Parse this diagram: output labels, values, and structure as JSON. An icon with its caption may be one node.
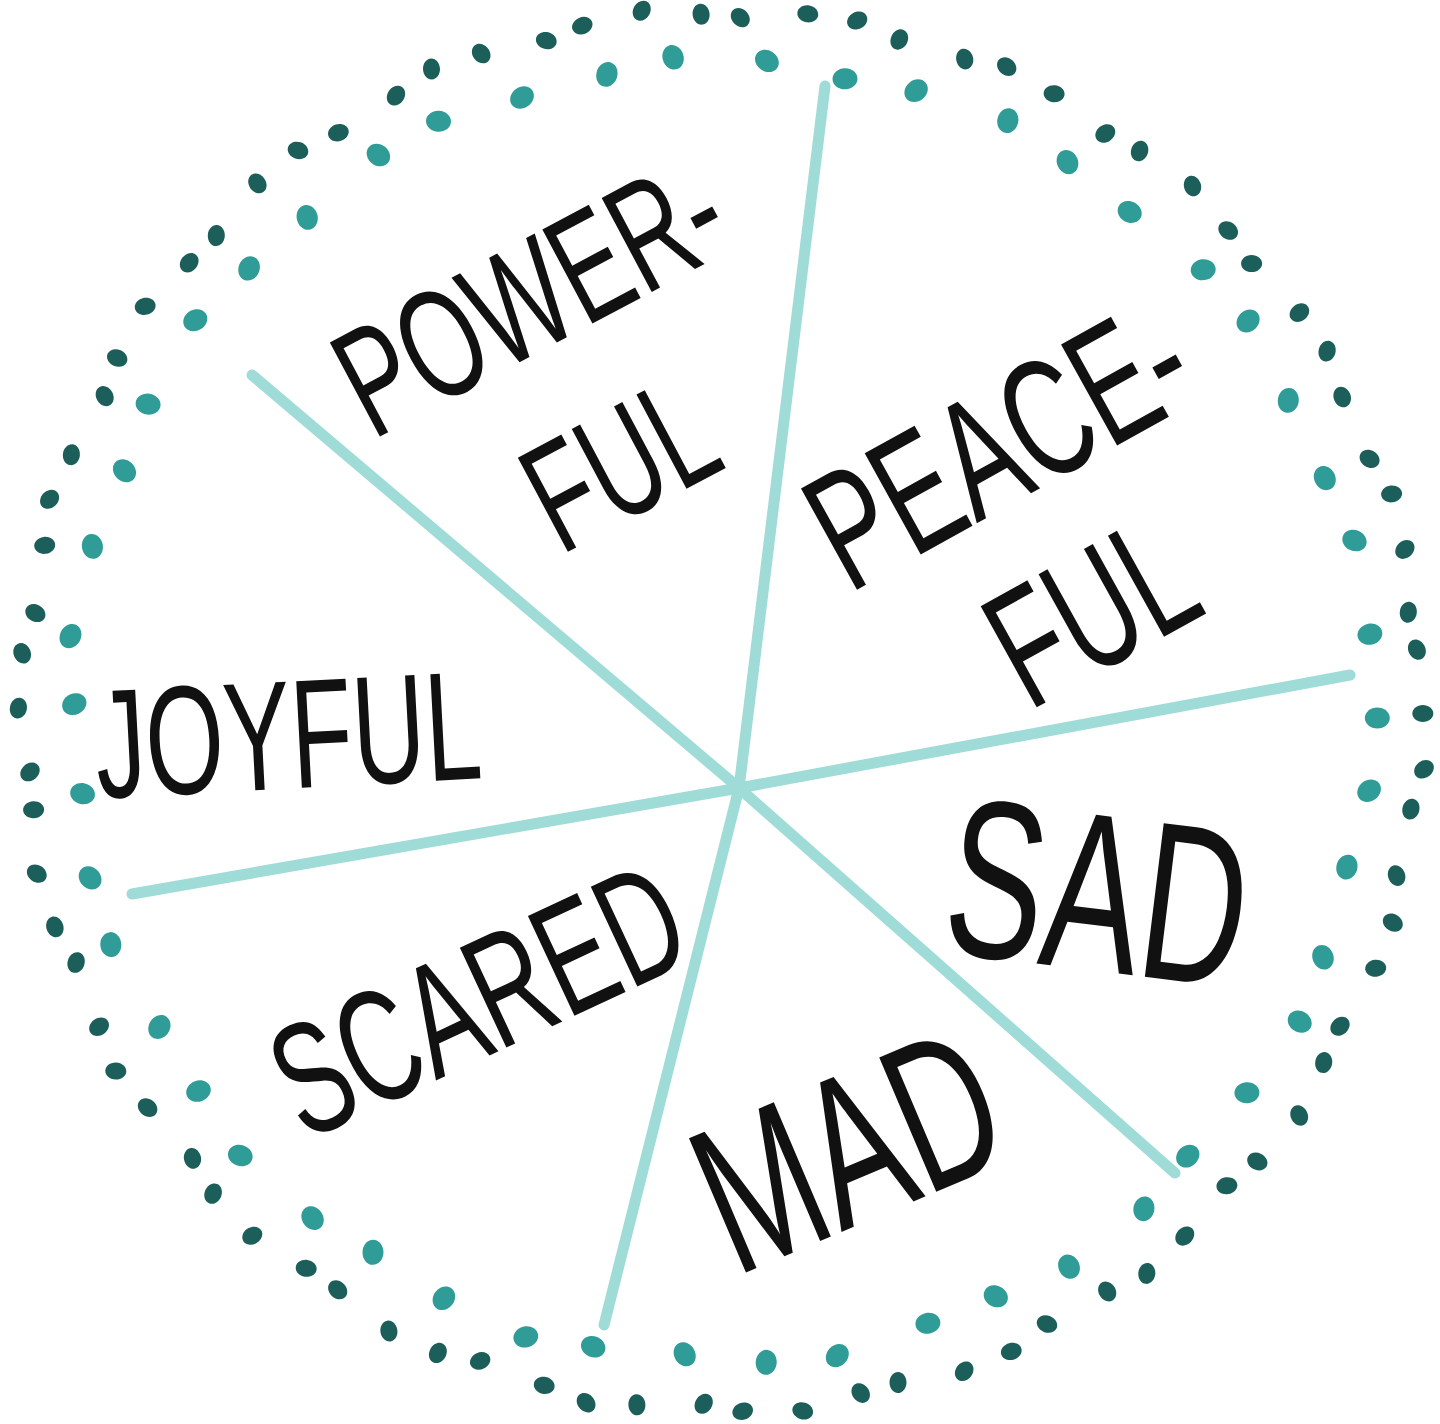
{
  "diagram": {
    "labels": [
      "POWER- FUL",
      "PEACE- FUL",
      "JOYFUL",
      "SAD",
      "SCARED",
      "MAD"
    ]
  }
}
